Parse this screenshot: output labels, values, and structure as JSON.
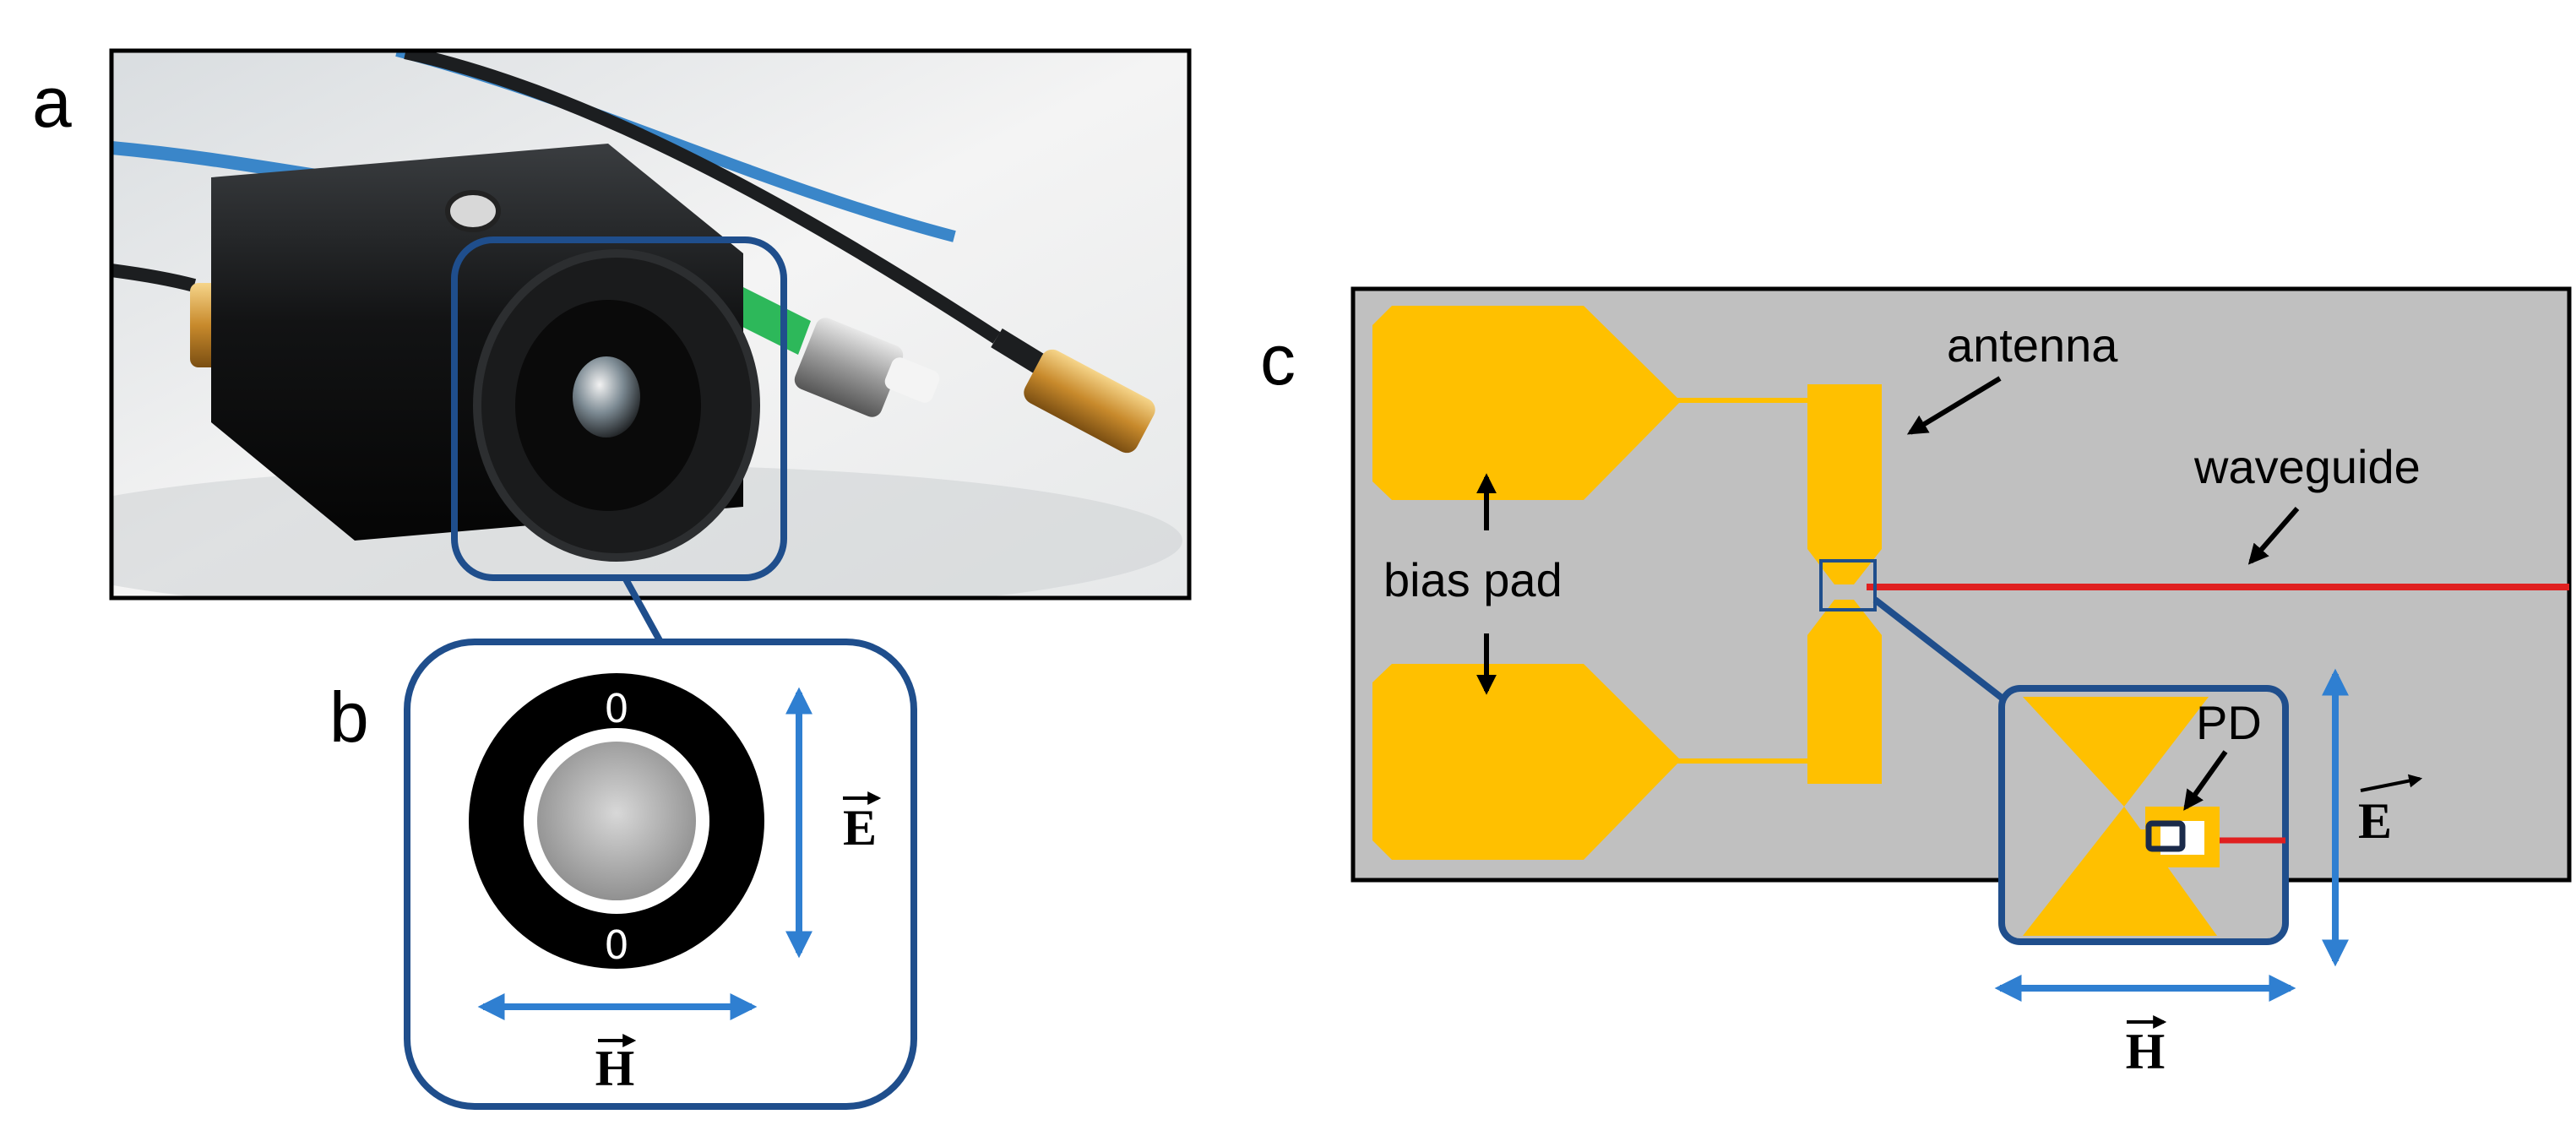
{
  "panels": {
    "a": {
      "label": "a"
    },
    "b": {
      "label": "b",
      "field_e": "E",
      "field_h": "H",
      "mark_top": "0",
      "mark_bottom": "0"
    },
    "c": {
      "label": "c",
      "antenna": "antenna",
      "waveguide": "waveguide",
      "bias_pad": "bias pad",
      "pd": "PD",
      "field_e": "E",
      "field_h": "H"
    }
  },
  "colors": {
    "frame_blue": "#1f4e8c",
    "arrow_blue": "#2f7fd1",
    "gold": "#ffc000",
    "chip_gray": "#c0c0c0",
    "waveguide_red": "#e02020"
  }
}
